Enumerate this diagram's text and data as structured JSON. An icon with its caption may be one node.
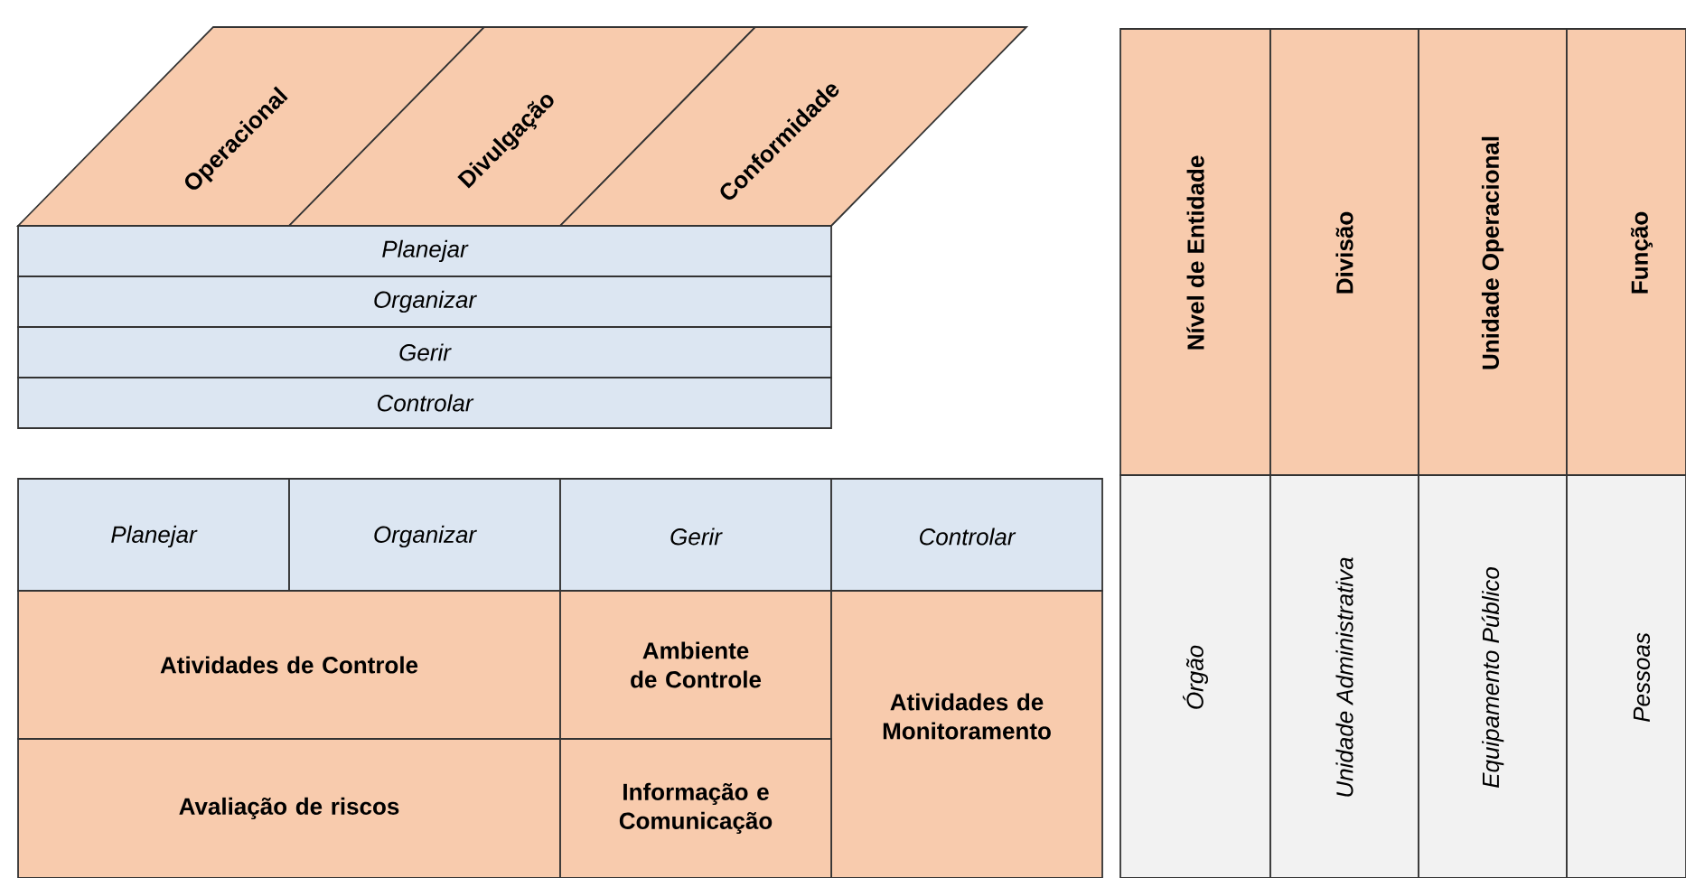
{
  "diagram": {
    "nodes": [
      {
        "text": [
          "Operacional"
        ]
      },
      {
        "text": [
          "Divulgação"
        ]
      },
      {
        "text": [
          "Conformidade"
        ]
      },
      {
        "text": [
          "Planejar"
        ]
      },
      {
        "text": [
          "Organizar"
        ]
      },
      {
        "text": [
          "Gerir"
        ]
      },
      {
        "text": [
          "Controlar"
        ]
      },
      {
        "text": [
          "Nível de Entidade"
        ]
      },
      {
        "text": [
          "Divisão"
        ]
      },
      {
        "text": [
          "Unidade Operacional"
        ]
      },
      {
        "text": [
          "Função"
        ]
      },
      {
        "text": [
          "Órgão"
        ]
      },
      {
        "text": [
          "Unidade Administrativa"
        ]
      },
      {
        "text": [
          "Equipamento Público"
        ]
      },
      {
        "text": [
          "Pessoas"
        ]
      },
      {
        "text": [
          "Planejar"
        ]
      },
      {
        "text": [
          "Organizar"
        ]
      },
      {
        "text": [
          "Gerir"
        ]
      },
      {
        "text": [
          "Controlar"
        ]
      },
      {
        "text": [
          "Atividades de Controle"
        ]
      },
      {
        "text": [
          "Ambiente de Controle"
        ]
      },
      {
        "text": [
          "Atividades de Monitoramento"
        ]
      },
      {
        "text": [
          "Avaliação de riscos"
        ]
      },
      {
        "text": [
          "Informação e Comunicação"
        ]
      }
    ]
  }
}
